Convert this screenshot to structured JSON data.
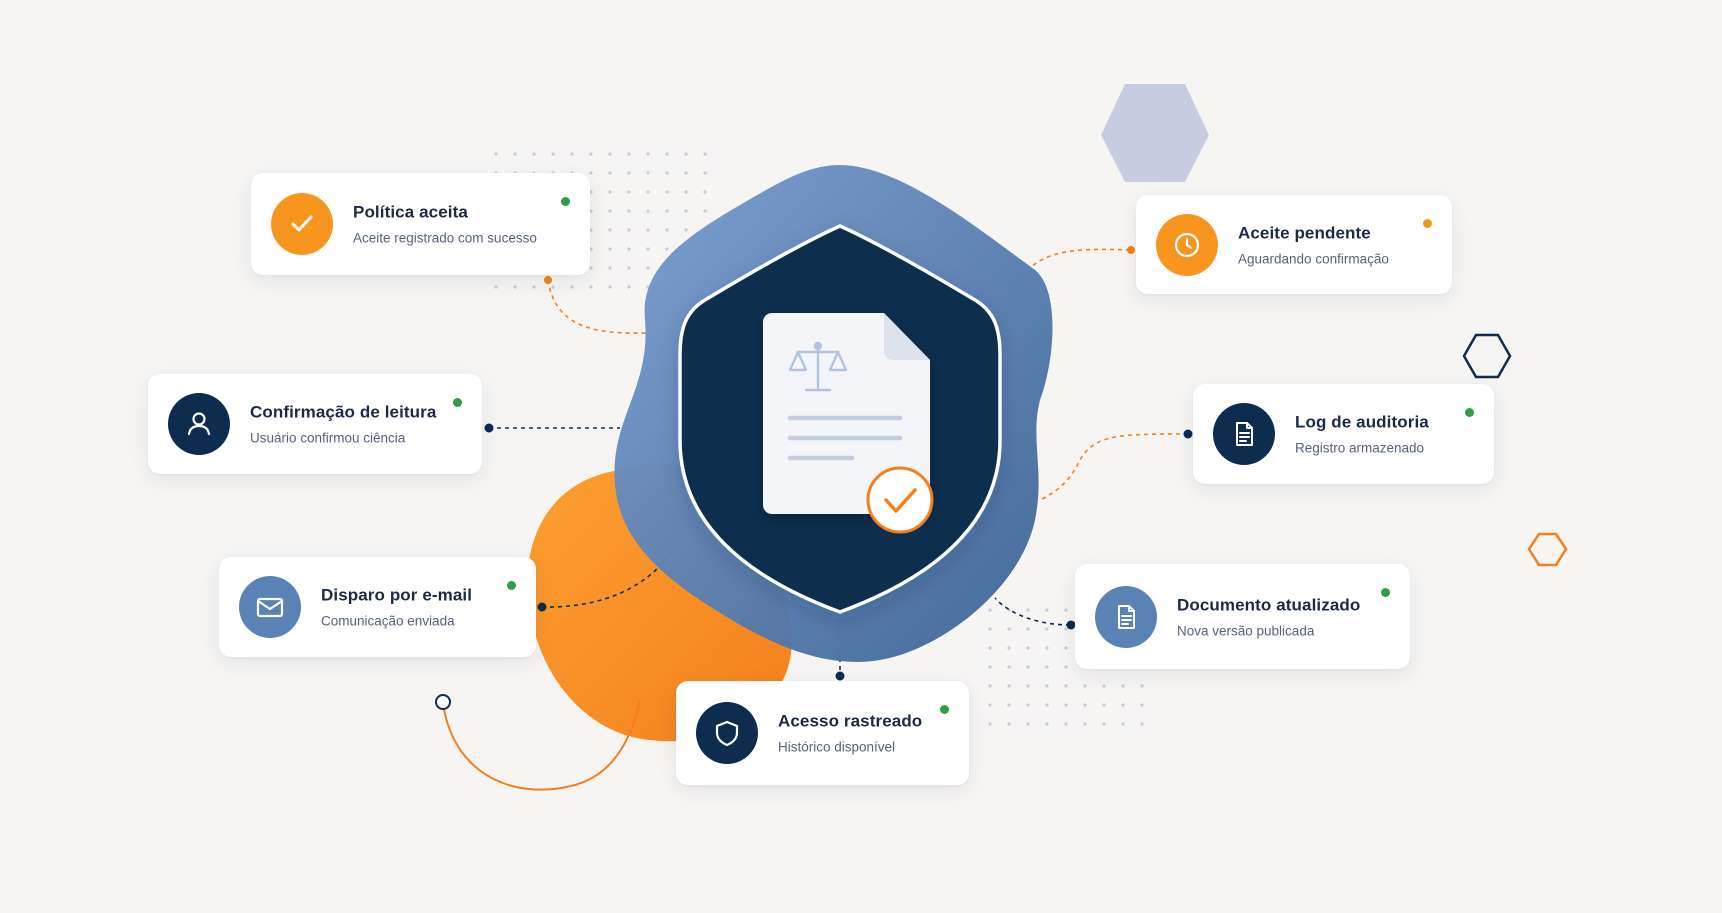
{
  "colors": {
    "background": "#f7f5f3",
    "navy": "#0e2d4e",
    "steel_blue": "#5b82b5",
    "orange": "#f7951f",
    "online_green": "#2e9e47",
    "pending_orange": "#f7951f",
    "hex_lavender": "#c7cde0"
  },
  "center": {
    "shield_icon": "shield-icon",
    "document_icon": "legal-document-icon",
    "scales_icon": "scales-of-justice-icon",
    "check_icon": "check-badge-icon"
  },
  "cards": [
    {
      "id": "politica-aceita",
      "title": "Política aceita",
      "subtitle": "Aceite registrado com sucesso",
      "icon": "checkmark-icon",
      "badge_color": "#f7951f",
      "status_color": "#2e9e47"
    },
    {
      "id": "confirmacao-leitura",
      "title": "Confirmação de leitura",
      "subtitle": "Usuário confirmou ciência",
      "icon": "user-icon",
      "badge_color": "#0e2d4e",
      "status_color": "#2e9e47"
    },
    {
      "id": "disparo-email",
      "title": "Disparo por e-mail",
      "subtitle": "Comunicação enviada",
      "icon": "mail-icon",
      "badge_color": "#5b82b5",
      "status_color": "#2e9e47"
    },
    {
      "id": "acesso-rastreado",
      "title": "Acesso rastreado",
      "subtitle": "Histórico disponível",
      "icon": "shield-icon",
      "badge_color": "#0e2d4e",
      "status_color": "#2e9e47"
    },
    {
      "id": "aceite-pendente",
      "title": "Aceite pendente",
      "subtitle": "Aguardando confirmação",
      "icon": "clock-icon",
      "badge_color": "#f7951f",
      "status_color": "#f7951f"
    },
    {
      "id": "log-auditoria",
      "title": "Log de auditoria",
      "subtitle": "Registro armazenado",
      "icon": "document-icon",
      "badge_color": "#0e2d4e",
      "status_color": "#2e9e47"
    },
    {
      "id": "documento-atualizado",
      "title": "Documento atualizado",
      "subtitle": "Nova versão publicada",
      "icon": "document-icon",
      "badge_color": "#5b82b5",
      "status_color": "#2e9e47"
    }
  ]
}
